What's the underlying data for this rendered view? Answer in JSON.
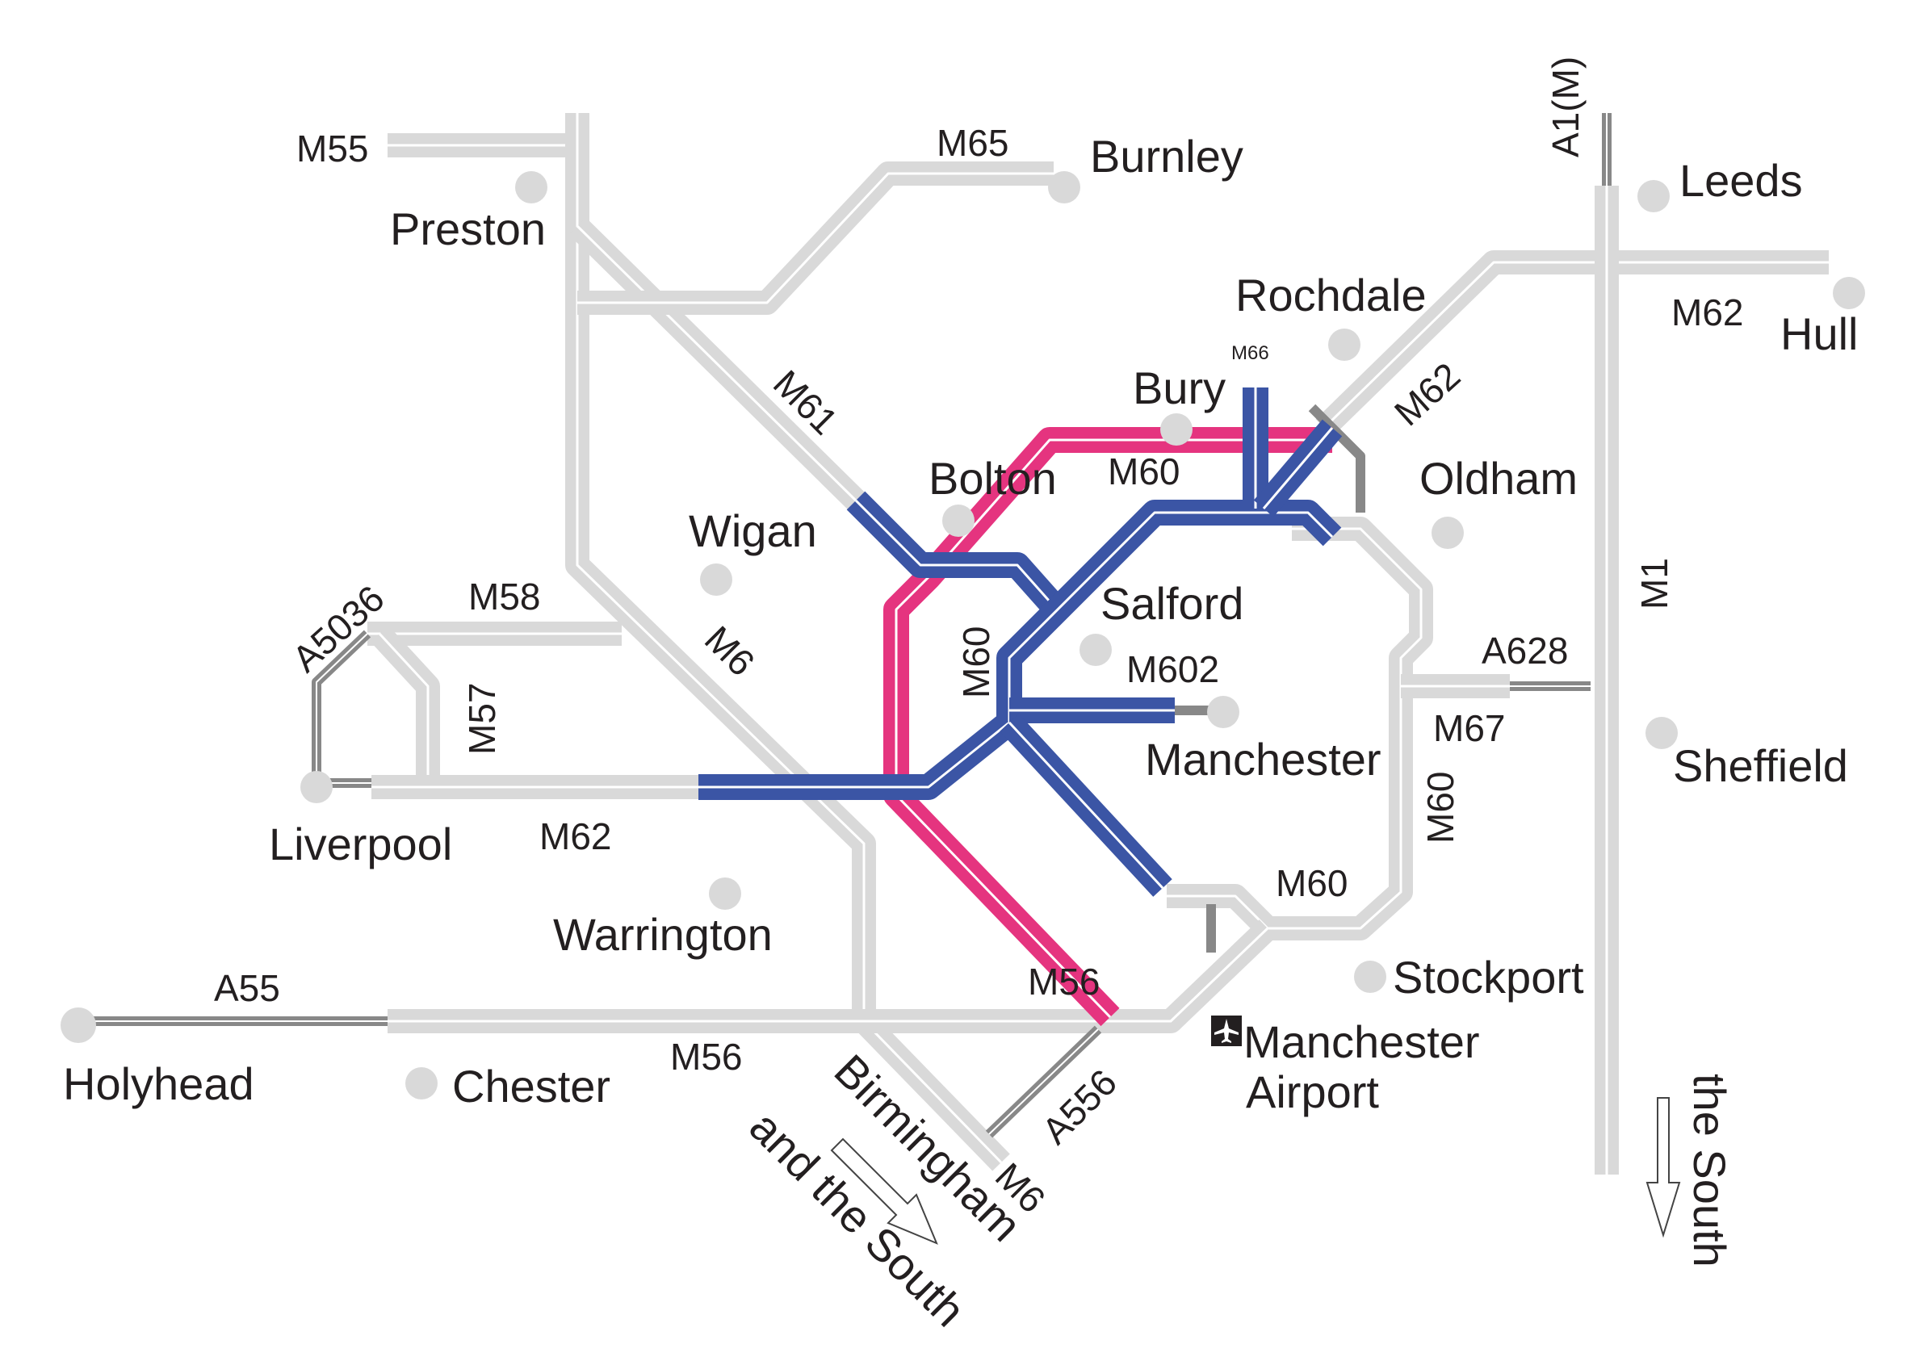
{
  "colors": {
    "motorway": "#d9d9d9",
    "a_road": "#888888",
    "route_blue": "#3b55a5",
    "route_pink": "#e5347f",
    "text": "#231f20"
  },
  "cities": {
    "preston": "Preston",
    "burnley": "Burnley",
    "leeds": "Leeds",
    "hull": "Hull",
    "rochdale": "Rochdale",
    "bury": "Bury",
    "bolton": "Bolton",
    "oldham": "Oldham",
    "wigan": "Wigan",
    "salford": "Salford",
    "manchester": "Manchester",
    "sheffield": "Sheffield",
    "liverpool": "Liverpool",
    "warrington": "Warrington",
    "stockport": "Stockport",
    "holyhead": "Holyhead",
    "chester": "Chester",
    "manchester_airport_1": "Manchester",
    "manchester_airport_2": "Airport"
  },
  "roads": {
    "m55": "M55",
    "m65": "M65",
    "a1m": "A1(M)",
    "m62_east": "M62",
    "m62_ne": "M62",
    "m66": "M66",
    "m61": "M61",
    "m60_north": "M60",
    "m60_west": "M60",
    "m60_east": "M60",
    "m60_south": "M60",
    "m1": "M1",
    "a5036": "A5036",
    "m58": "M58",
    "m57": "M57",
    "m6_north": "M6",
    "m6_south": "M6",
    "m602": "M602",
    "a628": "A628",
    "m67": "M67",
    "m62_west": "M62",
    "a55": "A55",
    "m56_west": "M56",
    "m56_east": "M56",
    "a556": "A556"
  },
  "directions": {
    "birmingham_1": "Birmingham",
    "birmingham_2": "and the South",
    "the_south": "the South"
  },
  "icons": {
    "airport": "airplane-icon",
    "arrow_sw": "arrow-down-right-icon",
    "arrow_s": "arrow-down-icon"
  }
}
